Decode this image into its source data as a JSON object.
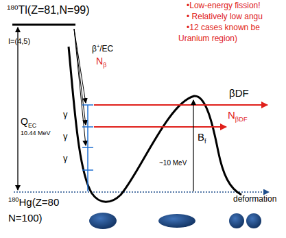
{
  "diagram": {
    "labels": [
      "180",
      "Tl(Z=81,N=99)",
      "I=(4,5)",
      "•Low-energy fission!",
      "• Relatively low angu",
      "•12 cases known be",
      "Uranium region)",
      "β",
      "+",
      "/EC",
      "N",
      "β",
      "Q",
      "EC",
      "10.44 MeV",
      "γ",
      "γ",
      "γ",
      "βDF",
      "N",
      "βDF",
      "B",
      "f",
      "~10 MeV",
      "deformation",
      "180",
      "Hg(Z=80",
      "N=100)"
    ]
  }
}
